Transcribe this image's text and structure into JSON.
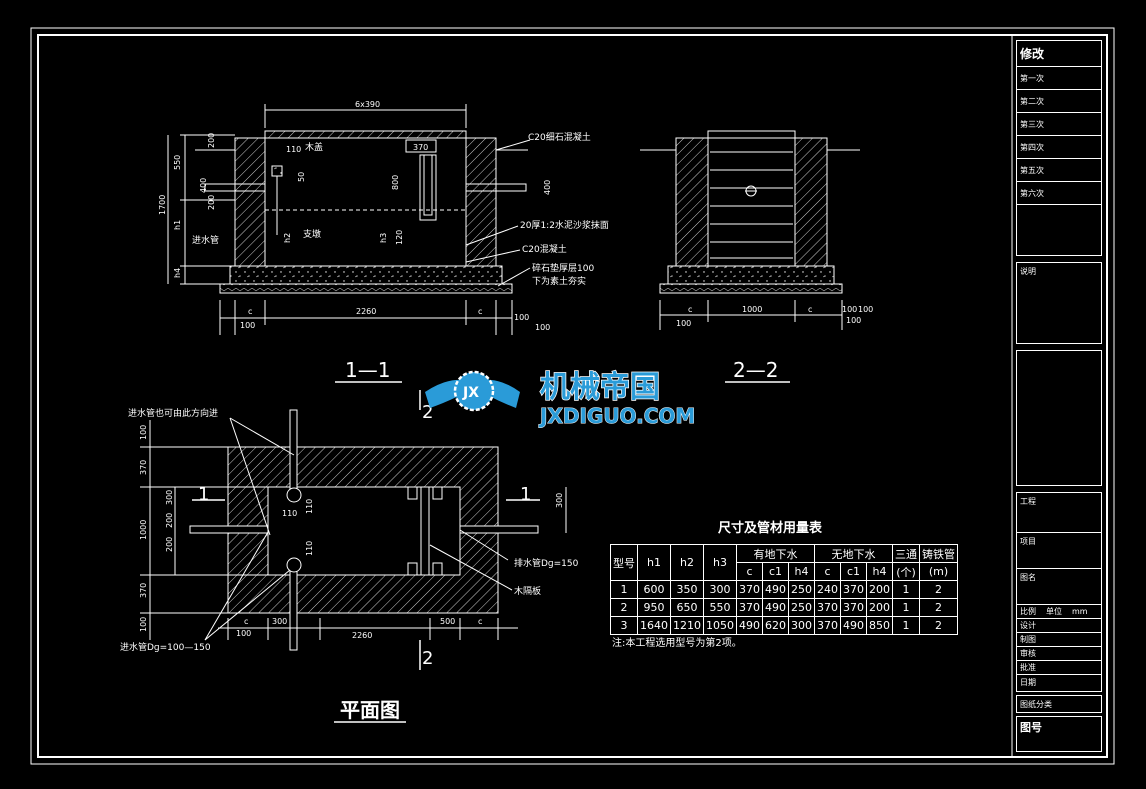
{
  "section_labels": {
    "s11": "1—1",
    "s22": "2—2",
    "plan": "平面图",
    "cut_1": "1",
    "cut_2": "2"
  },
  "section11_labels": {
    "top_dim": "6x390",
    "d370": "370",
    "d550": "550",
    "d1700": "1700",
    "h1": "h1",
    "h4": "h4",
    "d200a": "200",
    "d200b": "200",
    "d400a": "400",
    "d400b": "400",
    "d110": "110",
    "d50": "50",
    "d800": "800",
    "d120": "120",
    "h2": "h2",
    "h3": "h3",
    "mugai": "木盖",
    "kongtong": "支墩",
    "jinshuiguan": "进水管",
    "c20_fine": "C20细石混凝土",
    "mortar": "20厚1:2水泥沙浆抹面",
    "c20": "C20混凝土",
    "gravel": "碎石垫厚层100",
    "soil": "下为素土夯实",
    "c_left": "c",
    "c_right": "c",
    "w2260": "2260",
    "d100a": "100",
    "d100b": "100",
    "d100c": "100"
  },
  "section22_labels": {
    "c_left": "c",
    "c_right": "c",
    "w1000": "1000",
    "d100a": "100",
    "d100b": "100",
    "d100c": "100",
    "d100d": "100"
  },
  "plan_labels": {
    "inlet_note": "进水管也可由此方向进",
    "outlet": "排水管Dɡ=150",
    "partition": "木隔板",
    "inlet": "进水管Dɡ=100—150",
    "d110a": "110",
    "d110b": "110",
    "d110c": "110",
    "d100a": "100",
    "d370a": "370",
    "d300a": "300",
    "d200a": "200",
    "d1000": "1000",
    "d200b": "200",
    "d370b": "370",
    "d100b": "100",
    "d300b": "300",
    "c_left": "c",
    "d300c": "300",
    "w2260": "2260",
    "d500": "500",
    "c_right": "c",
    "d100c": "100"
  },
  "table": {
    "title": "尺寸及管材用量表",
    "headers": {
      "type": "型号",
      "h1": "h1",
      "h2": "h2",
      "h3": "h3",
      "with_gw": "有地下水",
      "no_gw": "无地下水",
      "tee": "三通",
      "tee_unit": "(个)",
      "pipe": "铸铁管",
      "pipe_unit": "(m)",
      "c": "c",
      "c1": "c1",
      "h4": "h4"
    },
    "rows": [
      [
        "1",
        "600",
        "350",
        "300",
        "370",
        "490",
        "250",
        "240",
        "370",
        "200",
        "1",
        "2"
      ],
      [
        "2",
        "950",
        "650",
        "550",
        "370",
        "490",
        "250",
        "370",
        "370",
        "200",
        "1",
        "2"
      ],
      [
        "3",
        "1640",
        "1210",
        "1050",
        "490",
        "620",
        "300",
        "370",
        "490",
        "850",
        "1",
        "2"
      ]
    ],
    "note": "注:本工程选用型号为第2项。"
  },
  "revision_panel": {
    "title": "修改",
    "rows": [
      "第一次",
      "第二次",
      "第三次",
      "第四次",
      "第五次",
      "第六次"
    ]
  },
  "explain_panel": {
    "title": "说明"
  },
  "info_panel": {
    "project": "工程",
    "item": "项目",
    "drawing": "图名",
    "scale": "比例",
    "unit": "单位",
    "unit_val": "mm",
    "design": "设计",
    "draw": "制图",
    "check": "审核",
    "approve": "批准",
    "date": "日期",
    "catalog": "图纸分类",
    "number": "图号"
  },
  "watermark": {
    "cn": "机械帝国",
    "en": "JXDIGUO.COM",
    "logo": "JX"
  },
  "colors": {
    "background": "#000000",
    "line": "#ffffff",
    "watermark_blue": "#2a9bd8"
  }
}
